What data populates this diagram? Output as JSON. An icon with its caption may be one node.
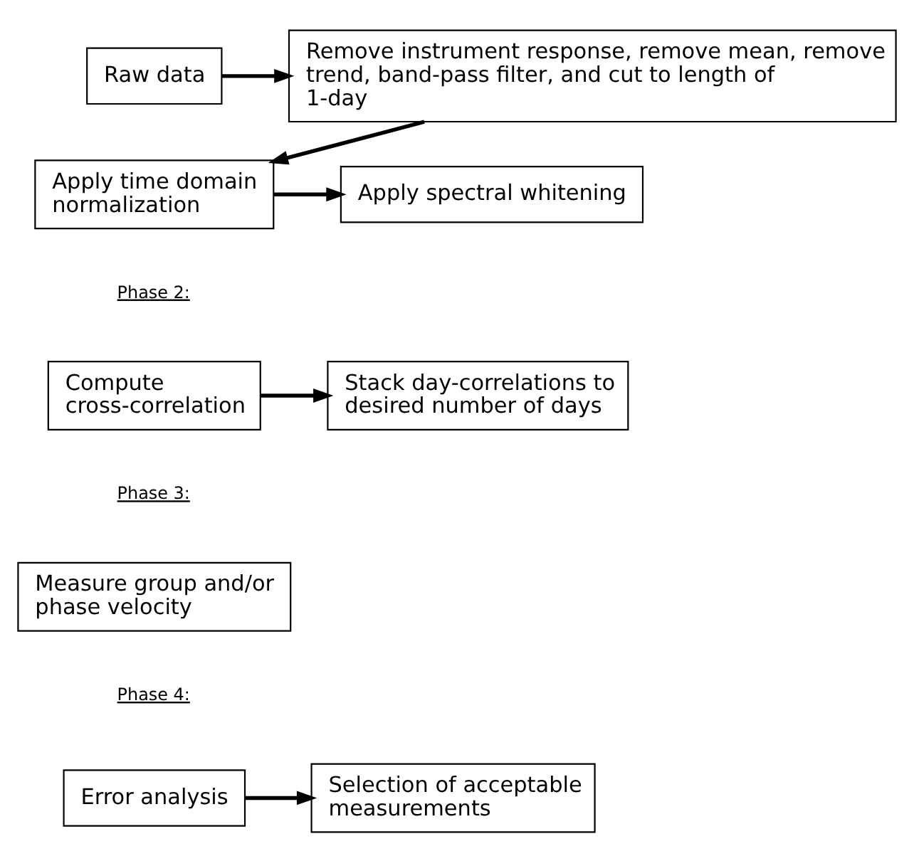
{
  "diagram": {
    "nodes": [
      {
        "text": [
          "Raw data"
        ]
      },
      {
        "text": [
          "Remove instrument response, remove mean, remove trend, band-pass filter, and cut to length of 1-day"
        ]
      },
      {
        "text": [
          "Apply time domain normalization"
        ]
      },
      {
        "text": [
          "Apply spectral whitening"
        ]
      },
      {
        "text": [
          "Compute cross-correlation"
        ]
      },
      {
        "text": [
          "Stack day-correlations to desired number of days"
        ]
      },
      {
        "text": [
          "Measure group and/or phase velocity"
        ]
      },
      {
        "text": [
          "Error analysis"
        ]
      },
      {
        "text": [
          "Selection of acceptable measurements"
        ]
      }
    ],
    "edges": [
      {
        "from": 0,
        "to": 1,
        "arrow": "to"
      },
      {
        "from": 1,
        "to": 2,
        "arrow": "to"
      },
      {
        "from": 2,
        "to": 3,
        "arrow": "to"
      },
      {
        "from": 4,
        "to": 5,
        "arrow": "to"
      },
      {
        "from": 7,
        "to": 8,
        "arrow": "to"
      }
    ],
    "labels": [
      "Phase 2:",
      "Phase 3:",
      "Phase 4:"
    ]
  }
}
